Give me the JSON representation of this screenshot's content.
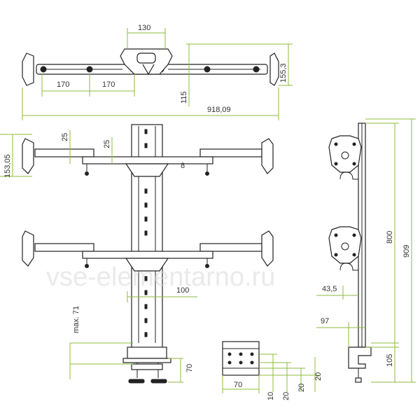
{
  "colors": {
    "dimension_line": "#8dbb3c",
    "ink": "#222222",
    "watermark": "#d9d9d9"
  },
  "watermark": "vse-elementarno.ru",
  "top_view": {
    "dim_center_width": "130",
    "dim_arm_left": "170",
    "dim_arm_right": "170",
    "dim_total_width": "918,09",
    "dim_height_right": "155,3",
    "dim_arm_offset": "115"
  },
  "front_view": {
    "dim_left_height": "153,05",
    "dim_offset_a": "25",
    "dim_offset_b": "25",
    "dim_column": "100",
    "dim_max_height": "max. 71",
    "dim_clamp": "70"
  },
  "side_view": {
    "dim_total_height": "909",
    "dim_pole_height": "800",
    "dim_depth_a": "43,5",
    "dim_depth_b": "97",
    "dim_clamp_height": "105"
  },
  "plate_view": {
    "dim_width": "70",
    "dim_10": "10",
    "dim_20a": "20",
    "dim_20b": "20",
    "dim_20c": "20"
  }
}
